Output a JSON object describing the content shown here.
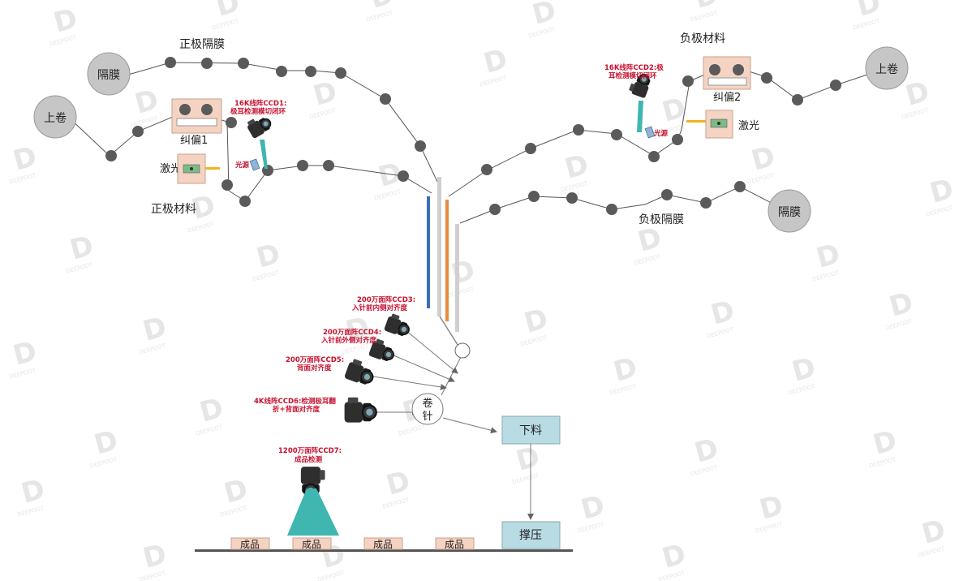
{
  "labels": {
    "zheng_ji_ge_mo": "正极隔膜",
    "ge_mo_left": "隔膜",
    "shang_juan_left": "上卷",
    "jiu_pian_1": "纠偏1",
    "ji_guang_left": "激光",
    "zheng_ji_cai_liao": "正极材料",
    "guang_yuan_left": "光源",
    "ccd1_line1": "16K线阵CCD1:",
    "ccd1_line2": "极耳检测模切闭环",
    "fu_ji_cai_liao": "负极材料",
    "shang_juan_right": "上卷",
    "ccd2_line1": "16K线阵CCD2:极",
    "ccd2_line2": "耳检测模切闭环",
    "jiu_pian_2": "纠偏2",
    "ji_guang_right": "激光",
    "guang_yuan_right": "光源",
    "fu_ji_ge_mo": "负极隔膜",
    "ge_mo_right": "隔膜",
    "ccd3_line1": "200万面阵CCD3:",
    "ccd3_line2": "入针前内侧对齐度",
    "ccd4_line1": "200万面阵CCD4:",
    "ccd4_line2": "入针前外侧对齐度",
    "ccd5_line1": "200万面阵CCD5:",
    "ccd5_line2": "背面对齐度",
    "ccd6_line1": "4K线阵CCD6:检测极耳翻",
    "ccd6_line2": "折+背面对齐度",
    "ccd7_line1": "1200万面阵CCD7:",
    "ccd7_line2": "成品检测",
    "juan_zhen_1": "卷",
    "juan_zhen_2": "针",
    "xia_liao": "下料",
    "cheng_ya": "撑压",
    "products": [
      "成品",
      "成品",
      "成品",
      "成品"
    ],
    "watermark": "DEEPOOT"
  },
  "colors": {
    "roller": "#5a5a5a",
    "big_roll": "#c6c6c6",
    "stage_box": "#b9dbe4",
    "product_box": "#f5d3c3",
    "beam": "#3fb6b0",
    "laser": "#f3b21c",
    "label_red": "#c8102e",
    "sheet_blue": "#3b6fb6",
    "sheet_orange": "#e98a3a",
    "sheet_gray": "#cfcfcf"
  }
}
